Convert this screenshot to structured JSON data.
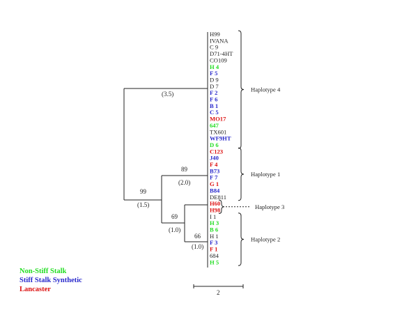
{
  "colors": {
    "non_stiff_stalk": "#22dd22",
    "stiff_stalk_synthetic": "#2a2acc",
    "lancaster": "#dd1111",
    "unclassified": "#222222",
    "line": "#222222"
  },
  "leaves": [
    {
      "label": "H99",
      "group": "unclassified"
    },
    {
      "label": "IVANA",
      "group": "unclassified"
    },
    {
      "label": "C 9",
      "group": "unclassified"
    },
    {
      "label": "D71-4HT",
      "group": "unclassified"
    },
    {
      "label": "CO109",
      "group": "unclassified"
    },
    {
      "label": "H 4",
      "group": "non_stiff_stalk"
    },
    {
      "label": "F 5",
      "group": "stiff_stalk_synthetic"
    },
    {
      "label": "D 9",
      "group": "unclassified"
    },
    {
      "label": "D 7",
      "group": "unclassified"
    },
    {
      "label": "F 2",
      "group": "stiff_stalk_synthetic"
    },
    {
      "label": "F 6",
      "group": "stiff_stalk_synthetic"
    },
    {
      "label": "B 1",
      "group": "stiff_stalk_synthetic"
    },
    {
      "label": "C 5",
      "group": "stiff_stalk_synthetic"
    },
    {
      "label": "MO17",
      "group": "lancaster"
    },
    {
      "label": "647",
      "group": "non_stiff_stalk"
    },
    {
      "label": "TX601",
      "group": "unclassified"
    },
    {
      "label": "WF9HT",
      "group": "stiff_stalk_synthetic"
    },
    {
      "label": "D 6",
      "group": "non_stiff_stalk"
    },
    {
      "label": "C123",
      "group": "lancaster"
    },
    {
      "label": "J40",
      "group": "stiff_stalk_synthetic"
    },
    {
      "label": "F 4",
      "group": "lancaster"
    },
    {
      "label": "B73",
      "group": "stiff_stalk_synthetic"
    },
    {
      "label": "F 7",
      "group": "stiff_stalk_synthetic"
    },
    {
      "label": "G 1",
      "group": "lancaster"
    },
    {
      "label": "B84",
      "group": "stiff_stalk_synthetic"
    },
    {
      "label": "DE811",
      "group": "unclassified"
    },
    {
      "label": "H60",
      "group": "lancaster"
    },
    {
      "label": "H98",
      "group": "lancaster"
    },
    {
      "label": "I 1",
      "group": "unclassified"
    },
    {
      "label": "H 3",
      "group": "non_stiff_stalk"
    },
    {
      "label": "B 6",
      "group": "non_stiff_stalk"
    },
    {
      "label": "H 1",
      "group": "unclassified"
    },
    {
      "label": "F 3",
      "group": "stiff_stalk_synthetic"
    },
    {
      "label": "F 1",
      "group": "lancaster"
    },
    {
      "label": "684",
      "group": "unclassified"
    },
    {
      "label": "H 5",
      "group": "non_stiff_stalk"
    }
  ],
  "haplotypes": [
    {
      "label": "Haplotype 4",
      "first": 0,
      "last": 17
    },
    {
      "label": "Haplotype 1",
      "first": 18,
      "last": 25
    },
    {
      "label": "Haplotype 3",
      "first": 26,
      "last": 27
    },
    {
      "label": "Haplotype 2",
      "first": 28,
      "last": 35
    }
  ],
  "node_labels": {
    "hap4_branch": "(3.5)",
    "hap1_support": "89",
    "hap1_branch": "(2.0)",
    "root_support": "99",
    "root_branch": "(1.5)",
    "lower_support": "69",
    "lower_branch": "(1.0)",
    "hap2_support": "66",
    "hap2_branch": "(1.0)"
  },
  "scale_bar": {
    "label": "2"
  },
  "legend": [
    {
      "label": "Non-Stiff Stalk",
      "group": "non_stiff_stalk"
    },
    {
      "label": "Stiff Stalk Synthetic",
      "group": "stiff_stalk_synthetic"
    },
    {
      "label": "Lancaster",
      "group": "lancaster"
    }
  ]
}
